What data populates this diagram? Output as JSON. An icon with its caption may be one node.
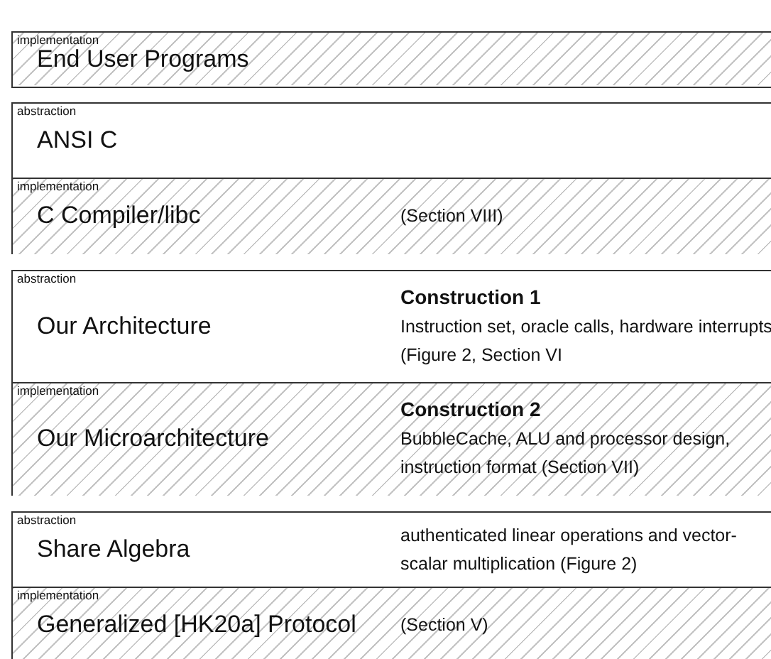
{
  "diagram": {
    "nodes": [
      {
        "text": [
          "implementation",
          "End User Programs"
        ]
      },
      {
        "text": [
          "abstraction",
          "ANSI C"
        ]
      },
      {
        "text": [
          "implementation",
          "C Compiler/libc",
          "(Section VIII)"
        ]
      },
      {
        "text": [
          "abstraction",
          "Our Architecture",
          "Construction 1",
          "Instruction set, oracle calls, hardware interrupts (Figure 2, Section VI"
        ]
      },
      {
        "text": [
          "implementation",
          "Our Microarchitecture",
          "Construction 2",
          "BubbleCache, ALU and processor design, instruction format (Section VII)"
        ]
      },
      {
        "text": [
          "abstraction",
          "Share Algebra",
          "authenticated linear operations and vector-scalar multiplication (Figure 2)"
        ]
      },
      {
        "text": [
          "implementation",
          "Generalized [HK20a] Protocol",
          "(Section V)"
        ]
      }
    ]
  }
}
